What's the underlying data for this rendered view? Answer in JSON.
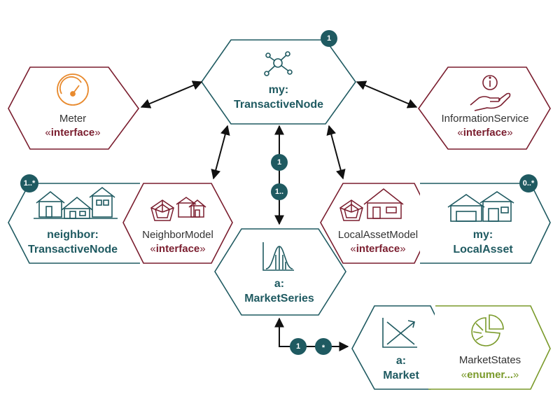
{
  "nodes": {
    "transactive_node": {
      "line1": "my:",
      "line2": "TransactiveNode",
      "badge": "1",
      "icon": "network-icon"
    },
    "meter": {
      "line1": "Meter",
      "line2_pre": "«",
      "line2": "interface",
      "line2_post": "»",
      "icon": "gauge-icon"
    },
    "information_service": {
      "line1": "InformationService",
      "line2_pre": "«",
      "line2": "interface",
      "line2_post": "»",
      "icon": "info-hand-icon"
    },
    "neighbor": {
      "line1": "neighbor:",
      "line2": "TransactiveNode",
      "badge": "1..*",
      "icon": "houses-icon"
    },
    "neighbor_model": {
      "line1": "NeighborModel",
      "line2_pre": "«",
      "line2": "interface",
      "line2_post": "»",
      "icon": "radar-houses-icon"
    },
    "market_series": {
      "line1": "a:",
      "line2": "MarketSeries",
      "icon": "distribution-chart-icon"
    },
    "local_asset_model": {
      "line1": "LocalAssetModel",
      "line2_pre": "«",
      "line2": "interface",
      "line2_post": "»",
      "icon": "radar-house-icon"
    },
    "local_asset": {
      "line1": "my:",
      "line2": "LocalAsset",
      "badge": "0..*",
      "icon": "house-garage-icon"
    },
    "market": {
      "line1": "a:",
      "line2": "Market",
      "icon": "crossing-lines-chart-icon"
    },
    "market_states": {
      "line1": "MarketStates",
      "line2_pre": "«",
      "line2": "enumer...",
      "line2_post": "»",
      "icon": "pie-chart-icon"
    }
  },
  "multiplicities": {
    "node_to_series_top": "1",
    "node_to_series_bottom": "1..",
    "series_to_market_left": "1",
    "series_to_market_right": "*"
  },
  "colors": {
    "teal": "#1f5a61",
    "maroon": "#7a1d2e",
    "orange": "#e88a2e",
    "olive": "#7a9a2a",
    "arrow": "#111111"
  }
}
